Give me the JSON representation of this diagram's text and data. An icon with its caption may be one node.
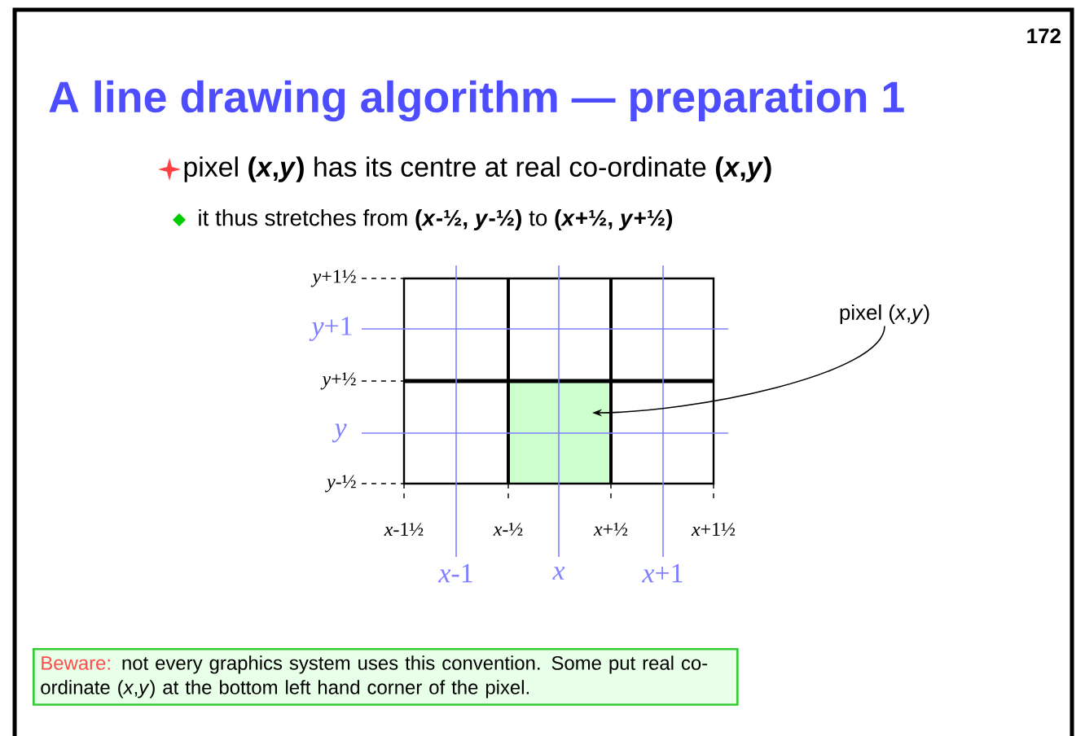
{
  "diagram": {
    "title": "A line drawing algorithm — preparation 1",
    "nodes": [
      {
        "text": [
          "pixel (*x*,*y*)"
        ]
      },
      {
        "text": [],
        "shape": "box"
      },
      {
        "text": [
          "Beware:",
          "not every graphics system uses this convention. Some put real co-ordinate (*x*,*y*) at the bottom left hand corner of the pixel."
        ]
      }
    ],
    "edges": [
      {
        "from": 0,
        "to": 1,
        "arrow": "to"
      }
    ],
    "labels": [
      "172",
      "pixel **(*x*,*y*)** has its centre at real co-ordinate **(*x*,*y*)**",
      "it thus stretches from **(*x*-½, *y*-½)** to **(*x*+½, *y*+½)**",
      "*y*+1½",
      "*y*+1",
      "*y*+½",
      "*y*",
      "*y*-½",
      "*x*-1½",
      "*x*-½",
      "*x*+½",
      "*x*+1½",
      "*x*-1",
      "*x*",
      "*x*+1"
    ]
  }
}
